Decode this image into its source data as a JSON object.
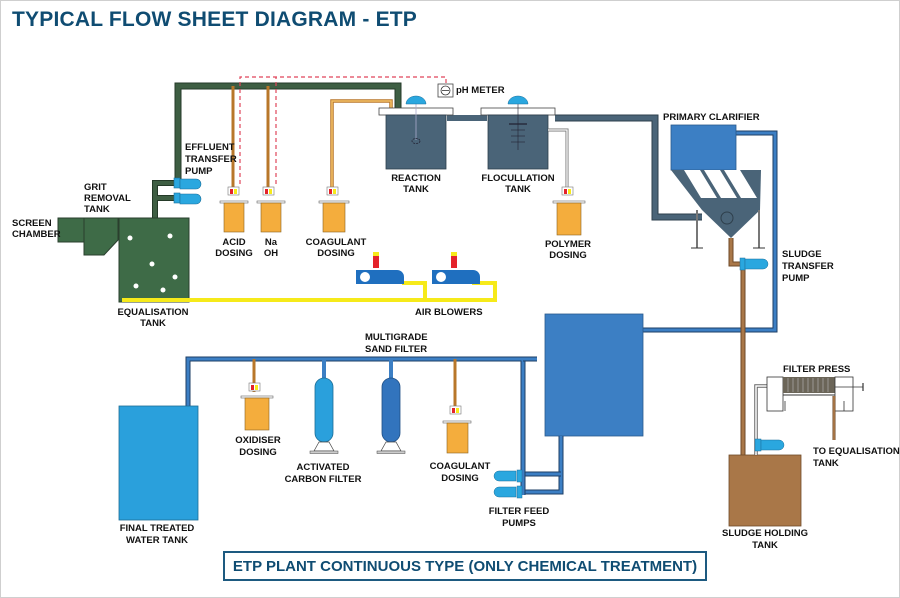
{
  "title": "TYPICAL FLOW SHEET DIAGRAM - ETP",
  "footer": "ETP PLANT CONTINUOUS TYPE (ONLY CHEMICAL TREATMENT)",
  "colors": {
    "title": "#0f4c72",
    "effluent_pipe": "#3e5e43",
    "equalisation_tank": "#3e6b47",
    "reaction_tank": "#4a6478",
    "clarifier": "#3c7fc4",
    "dosing_tank": "#f4ad3d",
    "air_line": "#f6ea1a",
    "blower": "#1f6fbf",
    "pump": "#2aa7df",
    "sludge": "#a97748",
    "treated_water": "#2aa0dc",
    "ph_signal": "#e0455a"
  },
  "labels": {
    "screen_chamber": [
      "SCREEN",
      "CHAMBER"
    ],
    "grit_removal_tank": [
      "GRIT",
      "REMOVAL",
      "TANK"
    ],
    "equalisation_tank": [
      "EQUALISATION",
      "TANK"
    ],
    "effluent_transfer_pump": [
      "EFFLUENT",
      "TRANSFER",
      "PUMP"
    ],
    "acid_dosing": [
      "ACID",
      "DOSING"
    ],
    "naoh": [
      "Na",
      "OH"
    ],
    "coagulant_dosing_top": [
      "COAGULANT",
      "DOSING"
    ],
    "ph_meter": "pH METER",
    "reaction_tank": [
      "REACTION",
      "TANK"
    ],
    "flocullation_tank": [
      "FLOCULLATION",
      "TANK"
    ],
    "polymer_dosing": [
      "POLYMER",
      "DOSING"
    ],
    "primary_clarifier": "PRIMARY CLARIFIER",
    "sludge_transfer_pump": [
      "SLUDGE",
      "TRANSFER",
      "PUMP"
    ],
    "air_blowers": "AIR BLOWERS",
    "multigrade_sand_filter": [
      "MULTIGRADE",
      "SAND FILTER"
    ],
    "final_treated_water_tank": [
      "FINAL TREATED",
      "WATER TANK"
    ],
    "oxidiser_dosing": [
      "OXIDISER",
      "DOSING"
    ],
    "activated_carbon_filter": [
      "ACTIVATED",
      "CARBON FILTER"
    ],
    "coagulant_dosing_bottom": [
      "COAGULANT",
      "DOSING"
    ],
    "filter_feed_pumps": [
      "FILTER FEED",
      "PUMPS"
    ],
    "filter_press": "FILTER PRESS",
    "to_equalisation_tank": [
      "TO EQUALISATION",
      "TANK"
    ],
    "sludge_holding_tank": [
      "SLUDGE HOLDING",
      "TANK"
    ]
  }
}
